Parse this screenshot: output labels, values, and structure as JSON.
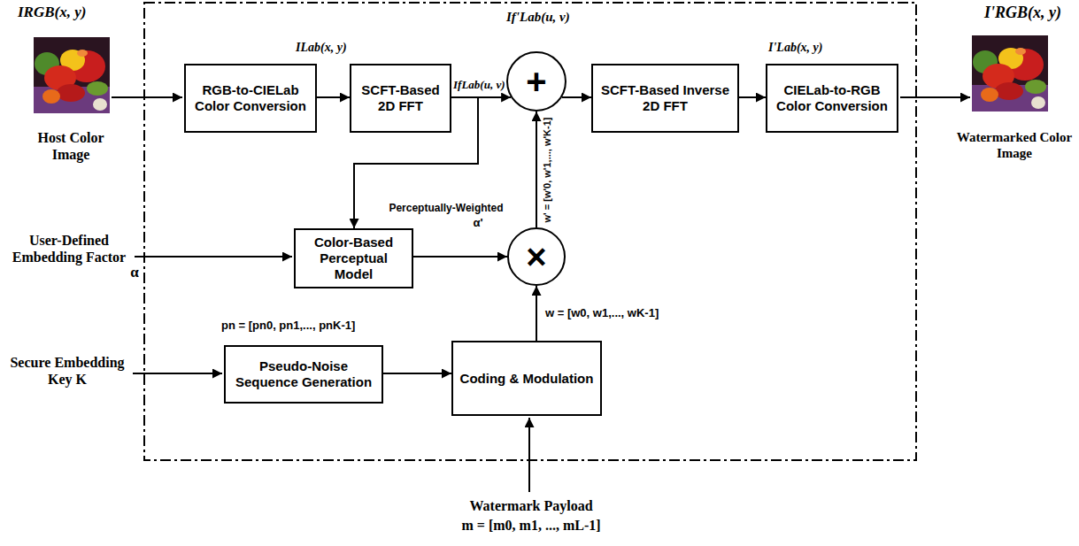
{
  "diagram": {
    "nodes": [
      {
        "text": [
          "RGB-to-CIELab Color Conversion"
        ]
      },
      {
        "text": [
          "SCFT-Based 2D FFT"
        ]
      },
      {
        "text": [
          "+"
        ]
      },
      {
        "text": [
          "SCFT-Based Inverse 2D FFT"
        ]
      },
      {
        "text": [
          "CIELab-to-RGB Color Conversion"
        ]
      },
      {
        "text": [
          "Color-Based Perceptual Model"
        ]
      },
      {
        "text": [
          "×"
        ]
      },
      {
        "text": [
          "Pseudo-Noise Sequence Generation"
        ]
      },
      {
        "text": [
          "Coding & Modulation"
        ]
      }
    ],
    "edges": [
      {
        "from": 0,
        "to": 1,
        "arrow": "to"
      },
      {
        "from": 1,
        "to": 2,
        "arrow": "to"
      },
      {
        "from": 1,
        "to": 5,
        "arrow": "to"
      },
      {
        "from": 2,
        "to": 3,
        "arrow": "to"
      },
      {
        "from": 3,
        "to": 4,
        "arrow": "to"
      },
      {
        "from": 5,
        "to": 6,
        "arrow": "to"
      },
      {
        "from": 6,
        "to": 2,
        "arrow": "to"
      },
      {
        "from": 7,
        "to": 8,
        "arrow": "to"
      },
      {
        "from": 8,
        "to": 6,
        "arrow": "to"
      }
    ],
    "labels": [
      "IRGB(x, y)",
      "Host Color Image",
      "ILab(x, y)",
      "IfLab(u, v)",
      "If'Lab(u, v)",
      "I'Lab(x, y)",
      "I'RGB(x, y)",
      "Watermarked Color Image",
      "User-Defined Embedding Factor",
      "α",
      "Perceptually-Weighted",
      "α'",
      "w' = [w'0, w'1,..., w'K-1]",
      "Secure Embedding Key K",
      "pn = [pn0, pn1,..., pnK-1]",
      "w = [w0, w1,..., wK-1]",
      "Watermark Payload",
      "m = [m0, m1, ..., mL-1]"
    ]
  }
}
